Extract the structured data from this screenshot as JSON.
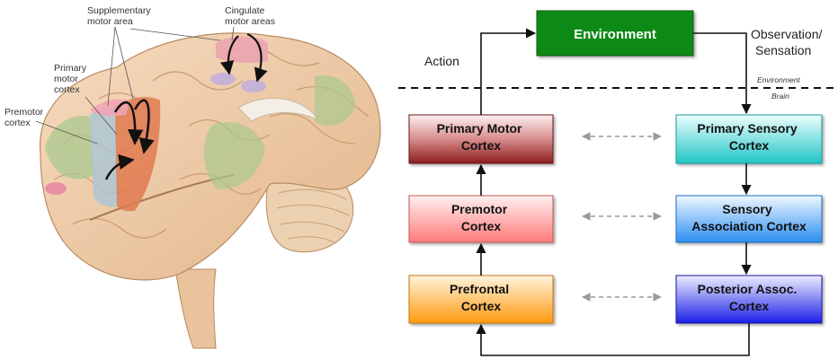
{
  "brain_labels": {
    "supplementary": [
      "Supplementary",
      "motor area"
    ],
    "cingulate": [
      "Cingulate",
      "motor areas"
    ],
    "primary": [
      "Primary",
      "motor",
      "cortex"
    ],
    "premotor": [
      "Premotor",
      "cortex"
    ]
  },
  "flow": {
    "environment": "Environment",
    "action": "Action",
    "observation": [
      "Observation/",
      "Sensation"
    ],
    "boundary_env": "Environment",
    "boundary_brain": "Brain"
  },
  "boxes": {
    "primary_motor": [
      "Primary Motor",
      "Cortex"
    ],
    "premotor": [
      "Premotor",
      "Cortex"
    ],
    "prefrontal": [
      "Prefrontal",
      "Cortex"
    ],
    "primary_sensory": [
      "Primary Sensory",
      "Cortex"
    ],
    "sensory_assoc": [
      "Sensory",
      "Association Cortex"
    ],
    "posterior_assoc": [
      "Posterior Assoc.",
      "Cortex"
    ]
  },
  "colors": {
    "environment_fill": "#0c8a12",
    "primary_motor_top": "#fdf1f1",
    "primary_motor_bottom": "#8c1c1c",
    "premotor_top": "#fff0f0",
    "premotor_bottom": "#ff7a7a",
    "prefrontal_top": "#fff4dd",
    "prefrontal_bottom": "#ff9a10",
    "primary_sensory_top": "#effdfd",
    "primary_sensory_bottom": "#20c5c5",
    "sensory_assoc_top": "#f0f8ff",
    "sensory_assoc_bottom": "#2b8ef0",
    "posterior_assoc_top": "#eeeeff",
    "posterior_assoc_bottom": "#1a1ee6",
    "bidirectional_arrow": "#999999"
  }
}
